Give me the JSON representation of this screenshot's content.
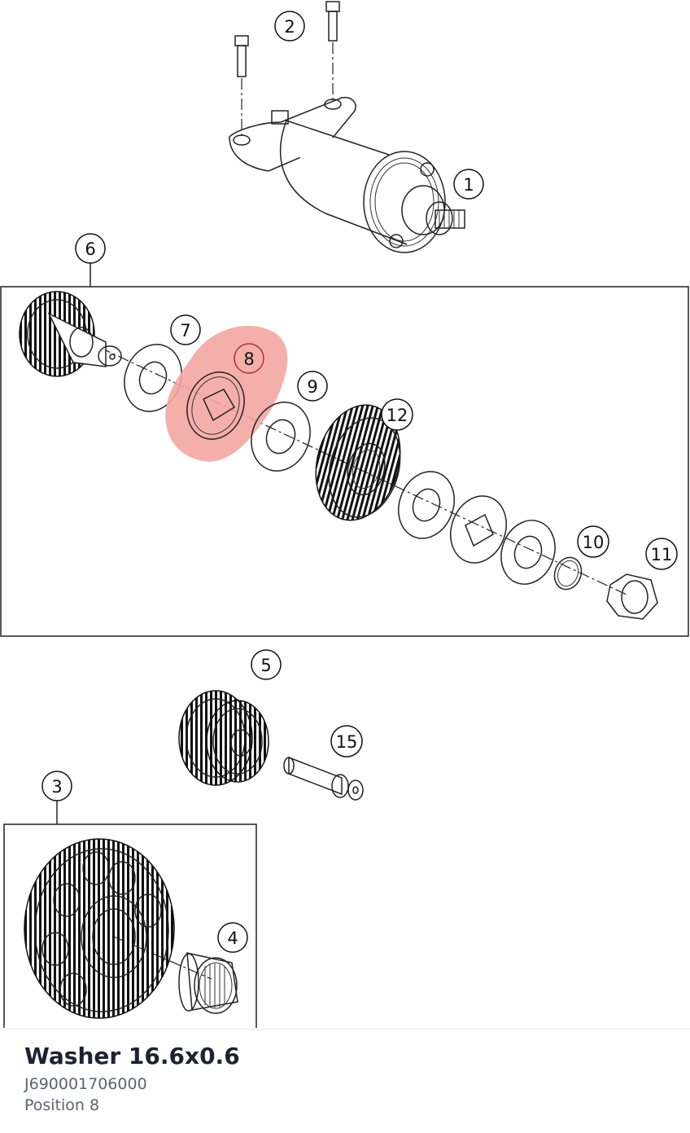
{
  "callouts": [
    "1",
    "2",
    "3",
    "4",
    "5",
    "6",
    "7",
    "8",
    "9",
    "10",
    "11",
    "12",
    "15"
  ],
  "highlight_color": "#f4a6a2",
  "selected_callout": "8",
  "part": {
    "title": "Washer 16.6x0.6",
    "number": "J690001706000",
    "position": "Position 8"
  }
}
